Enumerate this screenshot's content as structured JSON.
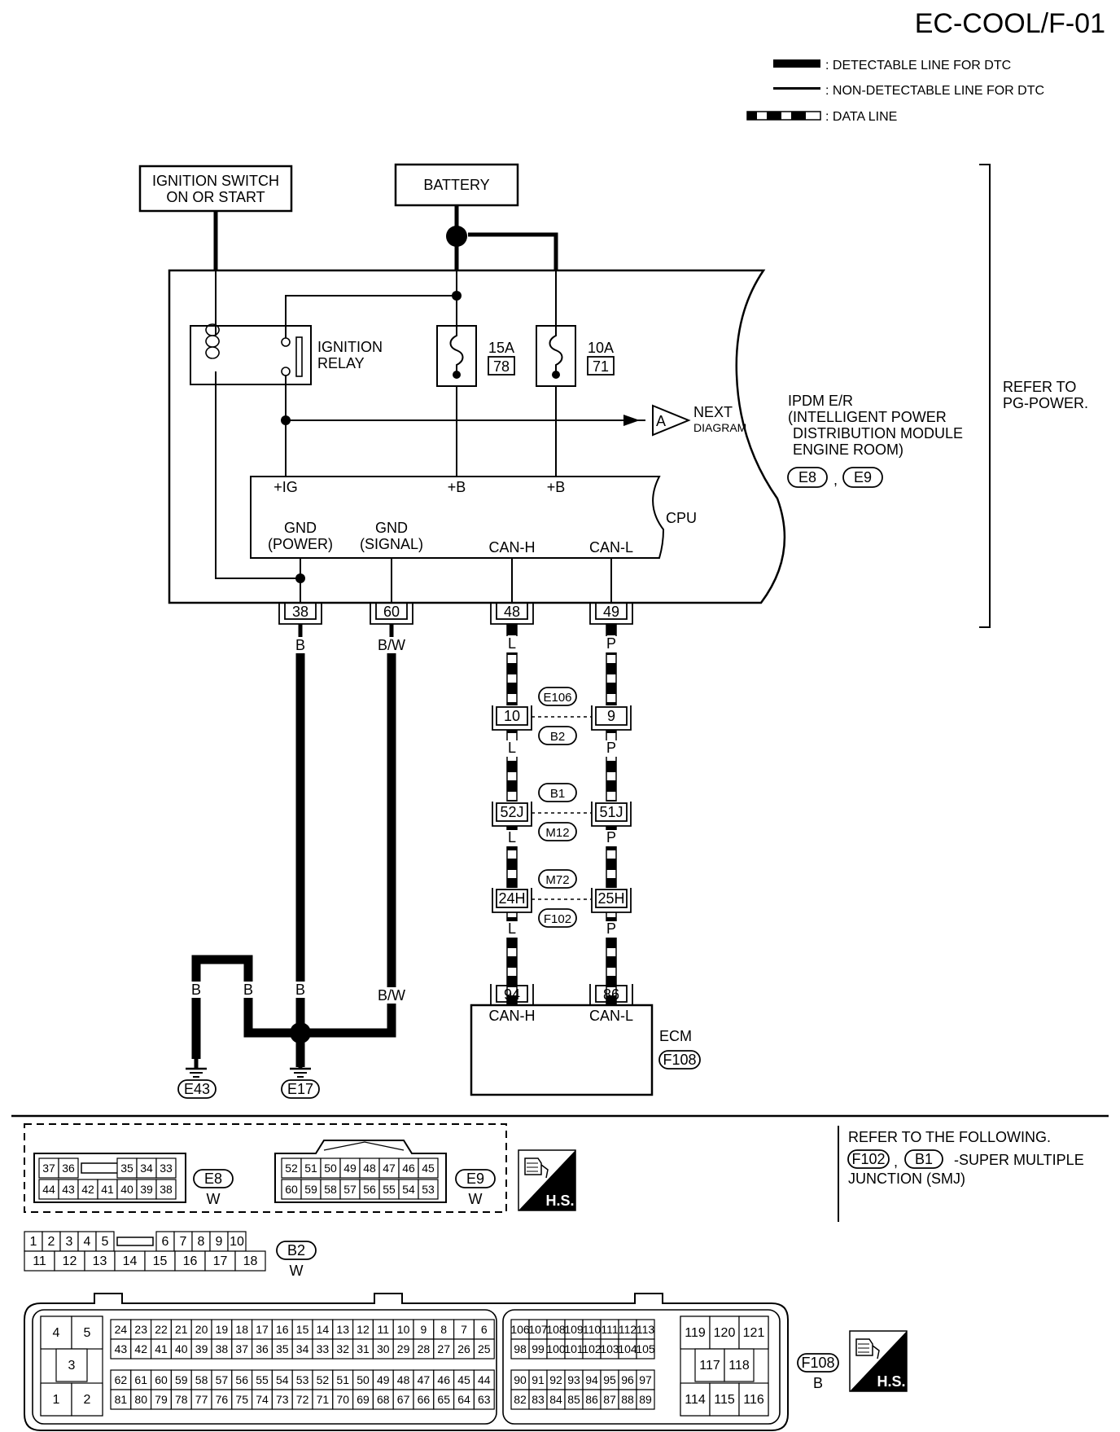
{
  "diagram": {
    "title": "EC-COOL/F-01",
    "legend": [
      {
        "kind": "thick",
        "label": ": DETECTABLE LINE FOR DTC"
      },
      {
        "kind": "thin",
        "label": ": NON-DETECTABLE LINE FOR DTC"
      },
      {
        "kind": "data",
        "label": ": DATA LINE"
      }
    ],
    "sources": {
      "ignition_l1": "IGNITION SWITCH",
      "ignition_l2": "ON OR START",
      "battery": "BATTERY"
    },
    "ipdm": {
      "relay_l1": "IGNITION",
      "relay_l2": "RELAY",
      "fuse1_rating": "15A",
      "fuse1_no": "78",
      "fuse2_rating": "10A",
      "fuse2_no": "71",
      "next_marker": "A",
      "next_l1": "NEXT",
      "next_l2": "DIAGRAM",
      "name_l1": "IPDM E/R",
      "name_l2": "(INTELLIGENT POWER",
      "name_l3": "DISTRIBUTION MODULE",
      "name_l4": "ENGINE ROOM)",
      "conn1": "E8",
      "conn2": "E9",
      "comma": ",",
      "refer_l1": "REFER TO",
      "refer_l2": "PG-POWER."
    },
    "cpu": {
      "label": "CPU",
      "ig": "+IG",
      "b1": "+B",
      "b2": "+B",
      "gnd_power_l1": "GND",
      "gnd_power_l2": "(POWER)",
      "gnd_signal_l1": "GND",
      "gnd_signal_l2": "(SIGNAL)",
      "can_h": "CAN-H",
      "can_l": "CAN-L"
    },
    "terminals": {
      "t38": "38",
      "t60": "60",
      "t48": "48",
      "t49": "49"
    },
    "wires": {
      "b": "B",
      "bw": "B/W",
      "l": "L",
      "p": "P"
    },
    "junctions": [
      {
        "left_pin": "10",
        "right_pin": "9",
        "conn_top": "E106",
        "conn_bottom": "B2"
      },
      {
        "left_pin": "52J",
        "right_pin": "51J",
        "conn_top": "B1",
        "conn_bottom": "M12"
      },
      {
        "left_pin": "24H",
        "right_pin": "25H",
        "conn_top": "M72",
        "conn_bottom": "F102"
      }
    ],
    "ecm": {
      "pin_h": "94",
      "pin_l": "86",
      "can_h": "CAN-H",
      "can_l": "CAN-L",
      "label": "ECM",
      "conn": "F108"
    },
    "grounds": {
      "g1": "E43",
      "g2": "E17"
    },
    "refer_following": {
      "l1": "REFER TO THE FOLLOWING.",
      "c1": "F102",
      "comma": ",",
      "c2": "B1",
      "l2": "-SUPER MULTIPLE",
      "l3": "JUNCTION (SMJ)"
    },
    "connectors": {
      "e8": {
        "name": "E8",
        "color": "W",
        "row1_left": [
          "37",
          "36"
        ],
        "row1_right": [
          "35",
          "34",
          "33"
        ],
        "row2": [
          "44",
          "43",
          "42",
          "41",
          "40",
          "39",
          "38"
        ]
      },
      "e9": {
        "name": "E9",
        "color": "W",
        "row1": [
          "52",
          "51",
          "50",
          "49",
          "48",
          "47",
          "46",
          "45"
        ],
        "row2": [
          "60",
          "59",
          "58",
          "57",
          "56",
          "55",
          "54",
          "53"
        ]
      },
      "b2": {
        "name": "B2",
        "color": "W",
        "row1_left": [
          "1",
          "2",
          "3",
          "4",
          "5"
        ],
        "row1_right": [
          "6",
          "7",
          "8",
          "9",
          "10"
        ],
        "row2": [
          "11",
          "12",
          "13",
          "14",
          "15",
          "16",
          "17",
          "18"
        ]
      },
      "f108": {
        "name": "F108",
        "color": "B",
        "left_block": [
          "4",
          "5",
          "3",
          "1",
          "2"
        ],
        "mid_rows": [
          [
            "24",
            "23",
            "22",
            "21",
            "20",
            "19",
            "18",
            "17",
            "16",
            "15",
            "14",
            "13",
            "12",
            "11",
            "10",
            "9",
            "8",
            "7",
            "6"
          ],
          [
            "43",
            "42",
            "41",
            "40",
            "39",
            "38",
            "37",
            "36",
            "35",
            "34",
            "33",
            "32",
            "31",
            "30",
            "29",
            "28",
            "27",
            "26",
            "25"
          ],
          [
            "62",
            "61",
            "60",
            "59",
            "58",
            "57",
            "56",
            "55",
            "54",
            "53",
            "52",
            "51",
            "50",
            "49",
            "48",
            "47",
            "46",
            "45",
            "44"
          ],
          [
            "81",
            "80",
            "79",
            "78",
            "77",
            "76",
            "75",
            "74",
            "73",
            "72",
            "71",
            "70",
            "69",
            "68",
            "67",
            "66",
            "65",
            "64",
            "63"
          ]
        ],
        "right_rows": [
          [
            "106",
            "107",
            "108",
            "109",
            "110",
            "111",
            "112",
            "113"
          ],
          [
            "98",
            "99",
            "100",
            "101",
            "102",
            "103",
            "104",
            "105"
          ],
          [
            "90",
            "91",
            "92",
            "93",
            "94",
            "95",
            "96",
            "97"
          ],
          [
            "82",
            "83",
            "84",
            "85",
            "86",
            "87",
            "88",
            "89"
          ]
        ],
        "far_block": [
          "119",
          "120",
          "121",
          "117",
          "118",
          "114",
          "115",
          "116"
        ]
      }
    },
    "hs_label": "H.S."
  }
}
